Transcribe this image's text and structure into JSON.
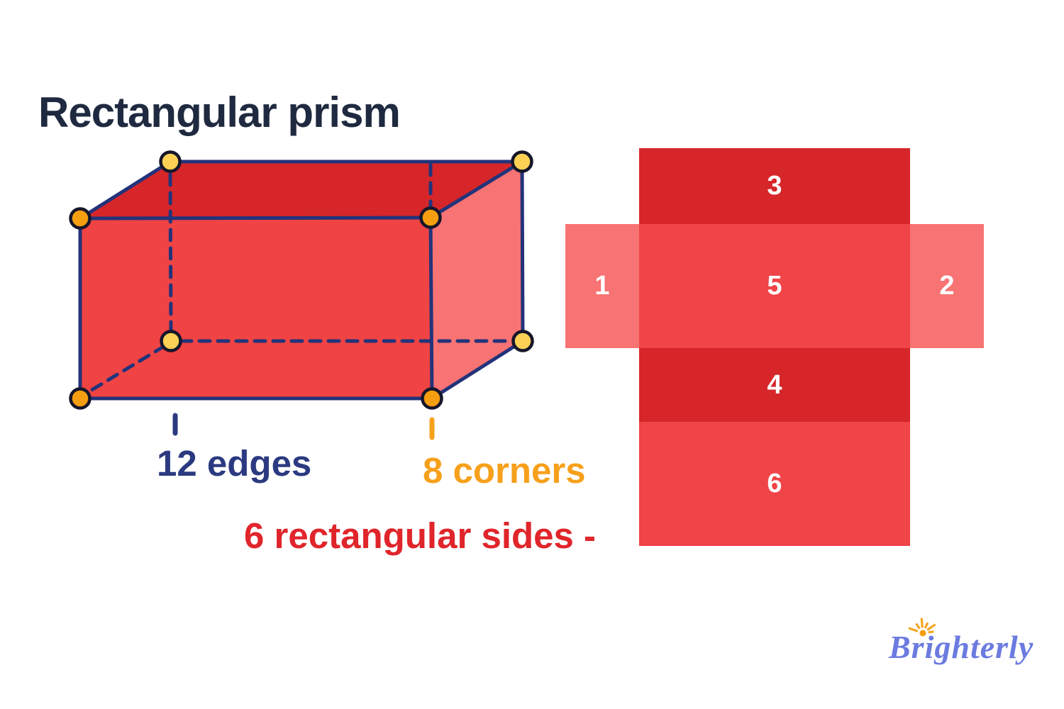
{
  "title": "Rectangular prism",
  "labels": {
    "edges": "12 edges",
    "corners": "8 corners",
    "sides": "6 rectangular sides -"
  },
  "net": {
    "faces": [
      {
        "id": "face-3",
        "label": "3",
        "shade": "dark-red"
      },
      {
        "id": "face-5",
        "label": "5",
        "shade": "medium-red"
      },
      {
        "id": "face-4",
        "label": "4",
        "shade": "dark-red"
      },
      {
        "id": "face-6",
        "label": "6",
        "shade": "medium-red"
      },
      {
        "id": "flap-1",
        "label": "1",
        "shade": "light-red"
      },
      {
        "id": "flap-2",
        "label": "2",
        "shade": "light-red"
      }
    ]
  },
  "logo": {
    "text": "Brighterly"
  },
  "colors": {
    "face_dark_red": "#d62629",
    "face_medium_red": "#ef4448",
    "face_light_red": "#f87373",
    "edge_navy": "#23337a",
    "corner_dot_orange": "#f59e10",
    "corner_dot_yellow": "#fcd155",
    "dot_outline": "#16162a",
    "label_navy": "#2b3a80",
    "label_orange": "#f7a01b",
    "label_red": "#e0252b",
    "title_navy": "#1f2a40",
    "logo_blue": "#6b7be0",
    "logo_sun_orange": "#f5a623"
  }
}
